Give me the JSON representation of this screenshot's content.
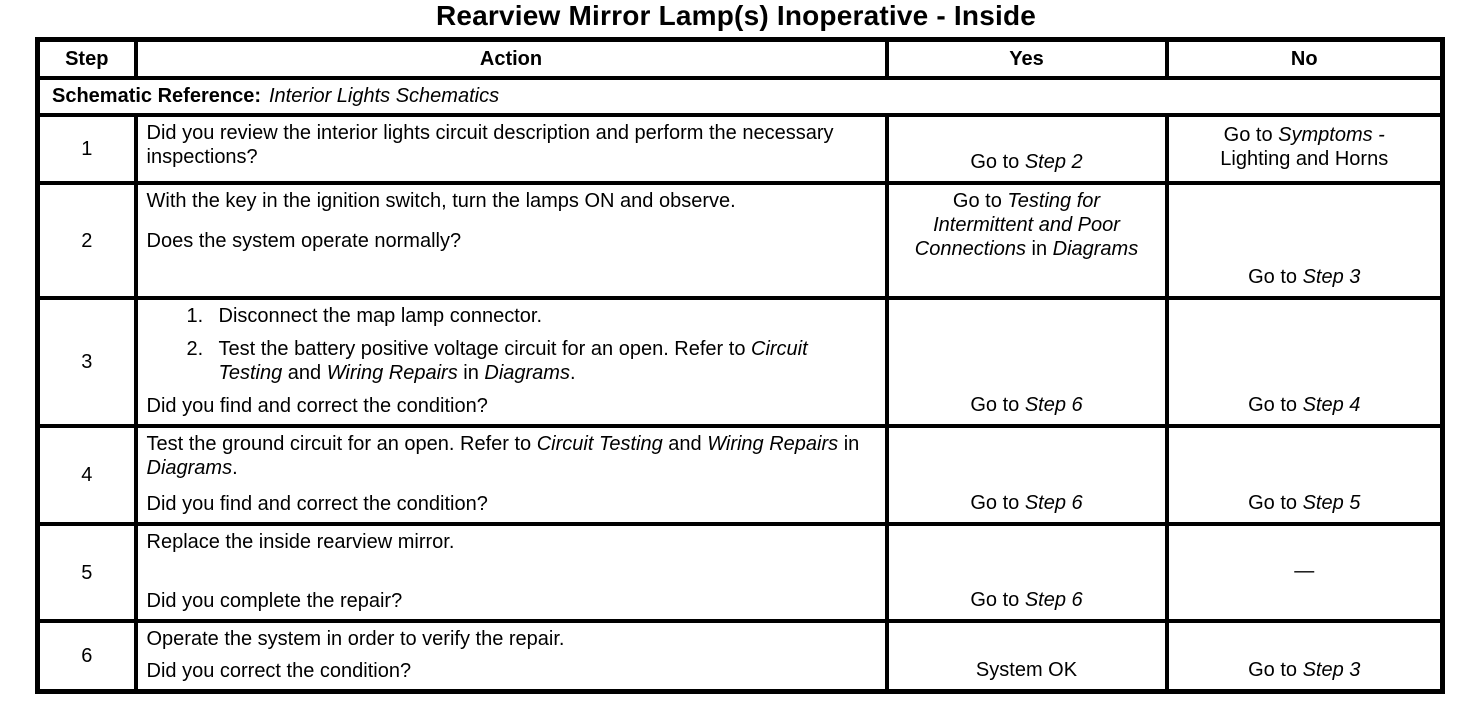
{
  "page_title": "Rearview Mirror Lamp(s) Inoperative - Inside",
  "table": {
    "headers": {
      "step": "Step",
      "action": "Action",
      "yes": "Yes",
      "no": "No"
    },
    "schematic_reference": {
      "label": "Schematic Reference:",
      "value": "Interior Lights Schematics"
    },
    "rows": [
      {
        "step": "1",
        "action": [
          {
            "kind": "p",
            "segments": [
              {
                "text": "Did you review the interior lights circuit description and perform the necessary inspections?"
              }
            ]
          }
        ],
        "yes": [
          {
            "text": "Go to "
          },
          {
            "text": "Step 2",
            "italic": true
          }
        ],
        "no": [
          {
            "text": "Go to "
          },
          {
            "text": "Symptoms -",
            "italic": true
          },
          {
            "break": true
          },
          {
            "text": "Lighting and Horns"
          }
        ]
      },
      {
        "step": "2",
        "action": [
          {
            "kind": "p",
            "segments": [
              {
                "text": "With the key in the ignition switch, turn the lamps ON and observe."
              }
            ]
          },
          {
            "kind": "p",
            "segments": [
              {
                "text": "Does the system operate normally?"
              }
            ]
          }
        ],
        "yes": [
          {
            "text": "Go to "
          },
          {
            "text": "Testing for",
            "italic": true
          },
          {
            "break": true
          },
          {
            "text": "Intermittent and Poor",
            "italic": true
          },
          {
            "break": true
          },
          {
            "text": "Connections",
            "italic": true
          },
          {
            "text": " in "
          },
          {
            "text": "Diagrams",
            "italic": true
          }
        ],
        "no": [
          {
            "text": "Go to "
          },
          {
            "text": "Step 3",
            "italic": true
          }
        ]
      },
      {
        "step": "3",
        "action": [
          {
            "kind": "li",
            "num": "1.",
            "segments": [
              {
                "text": "Disconnect the map lamp connector."
              }
            ]
          },
          {
            "kind": "li",
            "num": "2.",
            "segments": [
              {
                "text": "Test the battery positive voltage circuit for an open. Refer to "
              },
              {
                "text": "Circuit Testing",
                "italic": true
              },
              {
                "text": " and "
              },
              {
                "text": "Wiring Repairs",
                "italic": true
              },
              {
                "text": " in "
              },
              {
                "text": "Diagrams",
                "italic": true
              },
              {
                "text": "."
              }
            ]
          },
          {
            "kind": "p",
            "segments": [
              {
                "text": "Did you find and correct the condition?"
              }
            ]
          }
        ],
        "yes": [
          {
            "text": "Go to "
          },
          {
            "text": "Step 6",
            "italic": true
          }
        ],
        "no": [
          {
            "text": "Go to "
          },
          {
            "text": "Step 4",
            "italic": true
          }
        ]
      },
      {
        "step": "4",
        "action": [
          {
            "kind": "p",
            "segments": [
              {
                "text": "Test the ground circuit for an open. Refer to "
              },
              {
                "text": "Circuit Testing",
                "italic": true
              },
              {
                "text": " and "
              },
              {
                "text": "Wiring Repairs",
                "italic": true
              },
              {
                "text": " in "
              },
              {
                "text": "Diagrams",
                "italic": true
              },
              {
                "text": "."
              }
            ]
          },
          {
            "kind": "p",
            "segments": [
              {
                "text": "Did you find and correct the condition?"
              }
            ]
          }
        ],
        "yes": [
          {
            "text": "Go to "
          },
          {
            "text": "Step 6",
            "italic": true
          }
        ],
        "no": [
          {
            "text": "Go to "
          },
          {
            "text": "Step 5",
            "italic": true
          }
        ]
      },
      {
        "step": "5",
        "action": [
          {
            "kind": "p",
            "segments": [
              {
                "text": "Replace the inside rearview mirror."
              }
            ]
          },
          {
            "kind": "p",
            "segments": [
              {
                "text": "Did you complete the repair?"
              }
            ]
          }
        ],
        "yes": [
          {
            "text": "Go to "
          },
          {
            "text": "Step 6",
            "italic": true
          }
        ],
        "no": [
          {
            "text": "—"
          }
        ]
      },
      {
        "step": "6",
        "action": [
          {
            "kind": "p",
            "segments": [
              {
                "text": "Operate the system in order to verify the repair."
              }
            ]
          },
          {
            "kind": "p",
            "segments": [
              {
                "text": "Did you correct the condition?"
              }
            ]
          }
        ],
        "yes": [
          {
            "text": "System OK"
          }
        ],
        "no": [
          {
            "text": "Go to "
          },
          {
            "text": "Step 3",
            "italic": true
          }
        ]
      }
    ]
  }
}
